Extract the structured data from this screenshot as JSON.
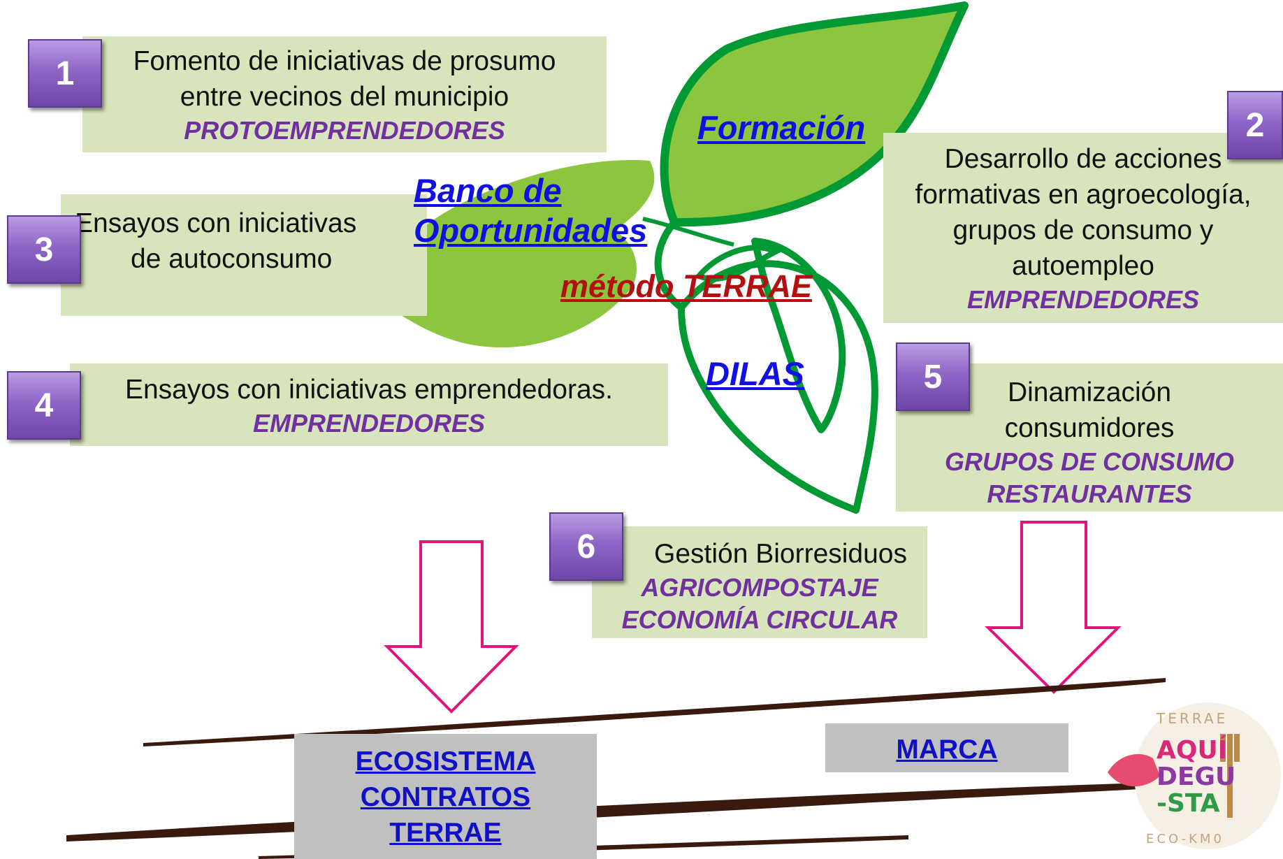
{
  "items": [
    {
      "num": "1",
      "lines": [
        "Fomento de iniciativas de prosumo",
        "entre vecinos del municipio"
      ],
      "tag": "PROTOEMPRENDEDORES"
    },
    {
      "num": "2",
      "lines": [
        "Desarrollo de acciones",
        "formativas en agroecología,",
        "grupos de consumo y",
        "autoempleo"
      ],
      "tag": "EMPRENDEDORES"
    },
    {
      "num": "3",
      "lines": [
        "Ensayos con iniciativas",
        "de autoconsumo"
      ]
    },
    {
      "num": "4",
      "lines": [
        "Ensayos con iniciativas emprendedoras."
      ],
      "tag": "EMPRENDEDORES"
    },
    {
      "num": "5",
      "lines": [
        "Dinamización",
        "consumidores"
      ],
      "tags": [
        "GRUPOS DE CONSUMO",
        "RESTAURANTES"
      ]
    },
    {
      "num": "6",
      "lines": [
        "Gestión Biorresiduos"
      ],
      "tags": [
        "AGRICOMPOSTAJE",
        "ECONOMÍA CIRCULAR"
      ]
    }
  ],
  "links": {
    "formacion": "Formación",
    "banco_1": "Banco de",
    "banco_2": "Oportunidades",
    "metodo": "método TERRAE",
    "dilas": "DILAS"
  },
  "outputs": {
    "ecosistema": [
      "ECOSISTEMA",
      "CONTRATOS",
      "TERRAE"
    ],
    "marca": "MARCA"
  },
  "logo": {
    "top": "TERRAE",
    "lines": [
      "AQUÍ",
      "DEGU",
      "-STA"
    ],
    "bottom": "ECO-KM0"
  },
  "colors": {
    "box_fill": "#d8e4bc",
    "badge": "#8e66c8",
    "tag_text": "#7030a0",
    "leaf_light": "#8cc63f",
    "leaf_dark": "#009933",
    "arrow": "#e0147a",
    "link_blue": "#1010e0",
    "link_red": "#b31010"
  }
}
